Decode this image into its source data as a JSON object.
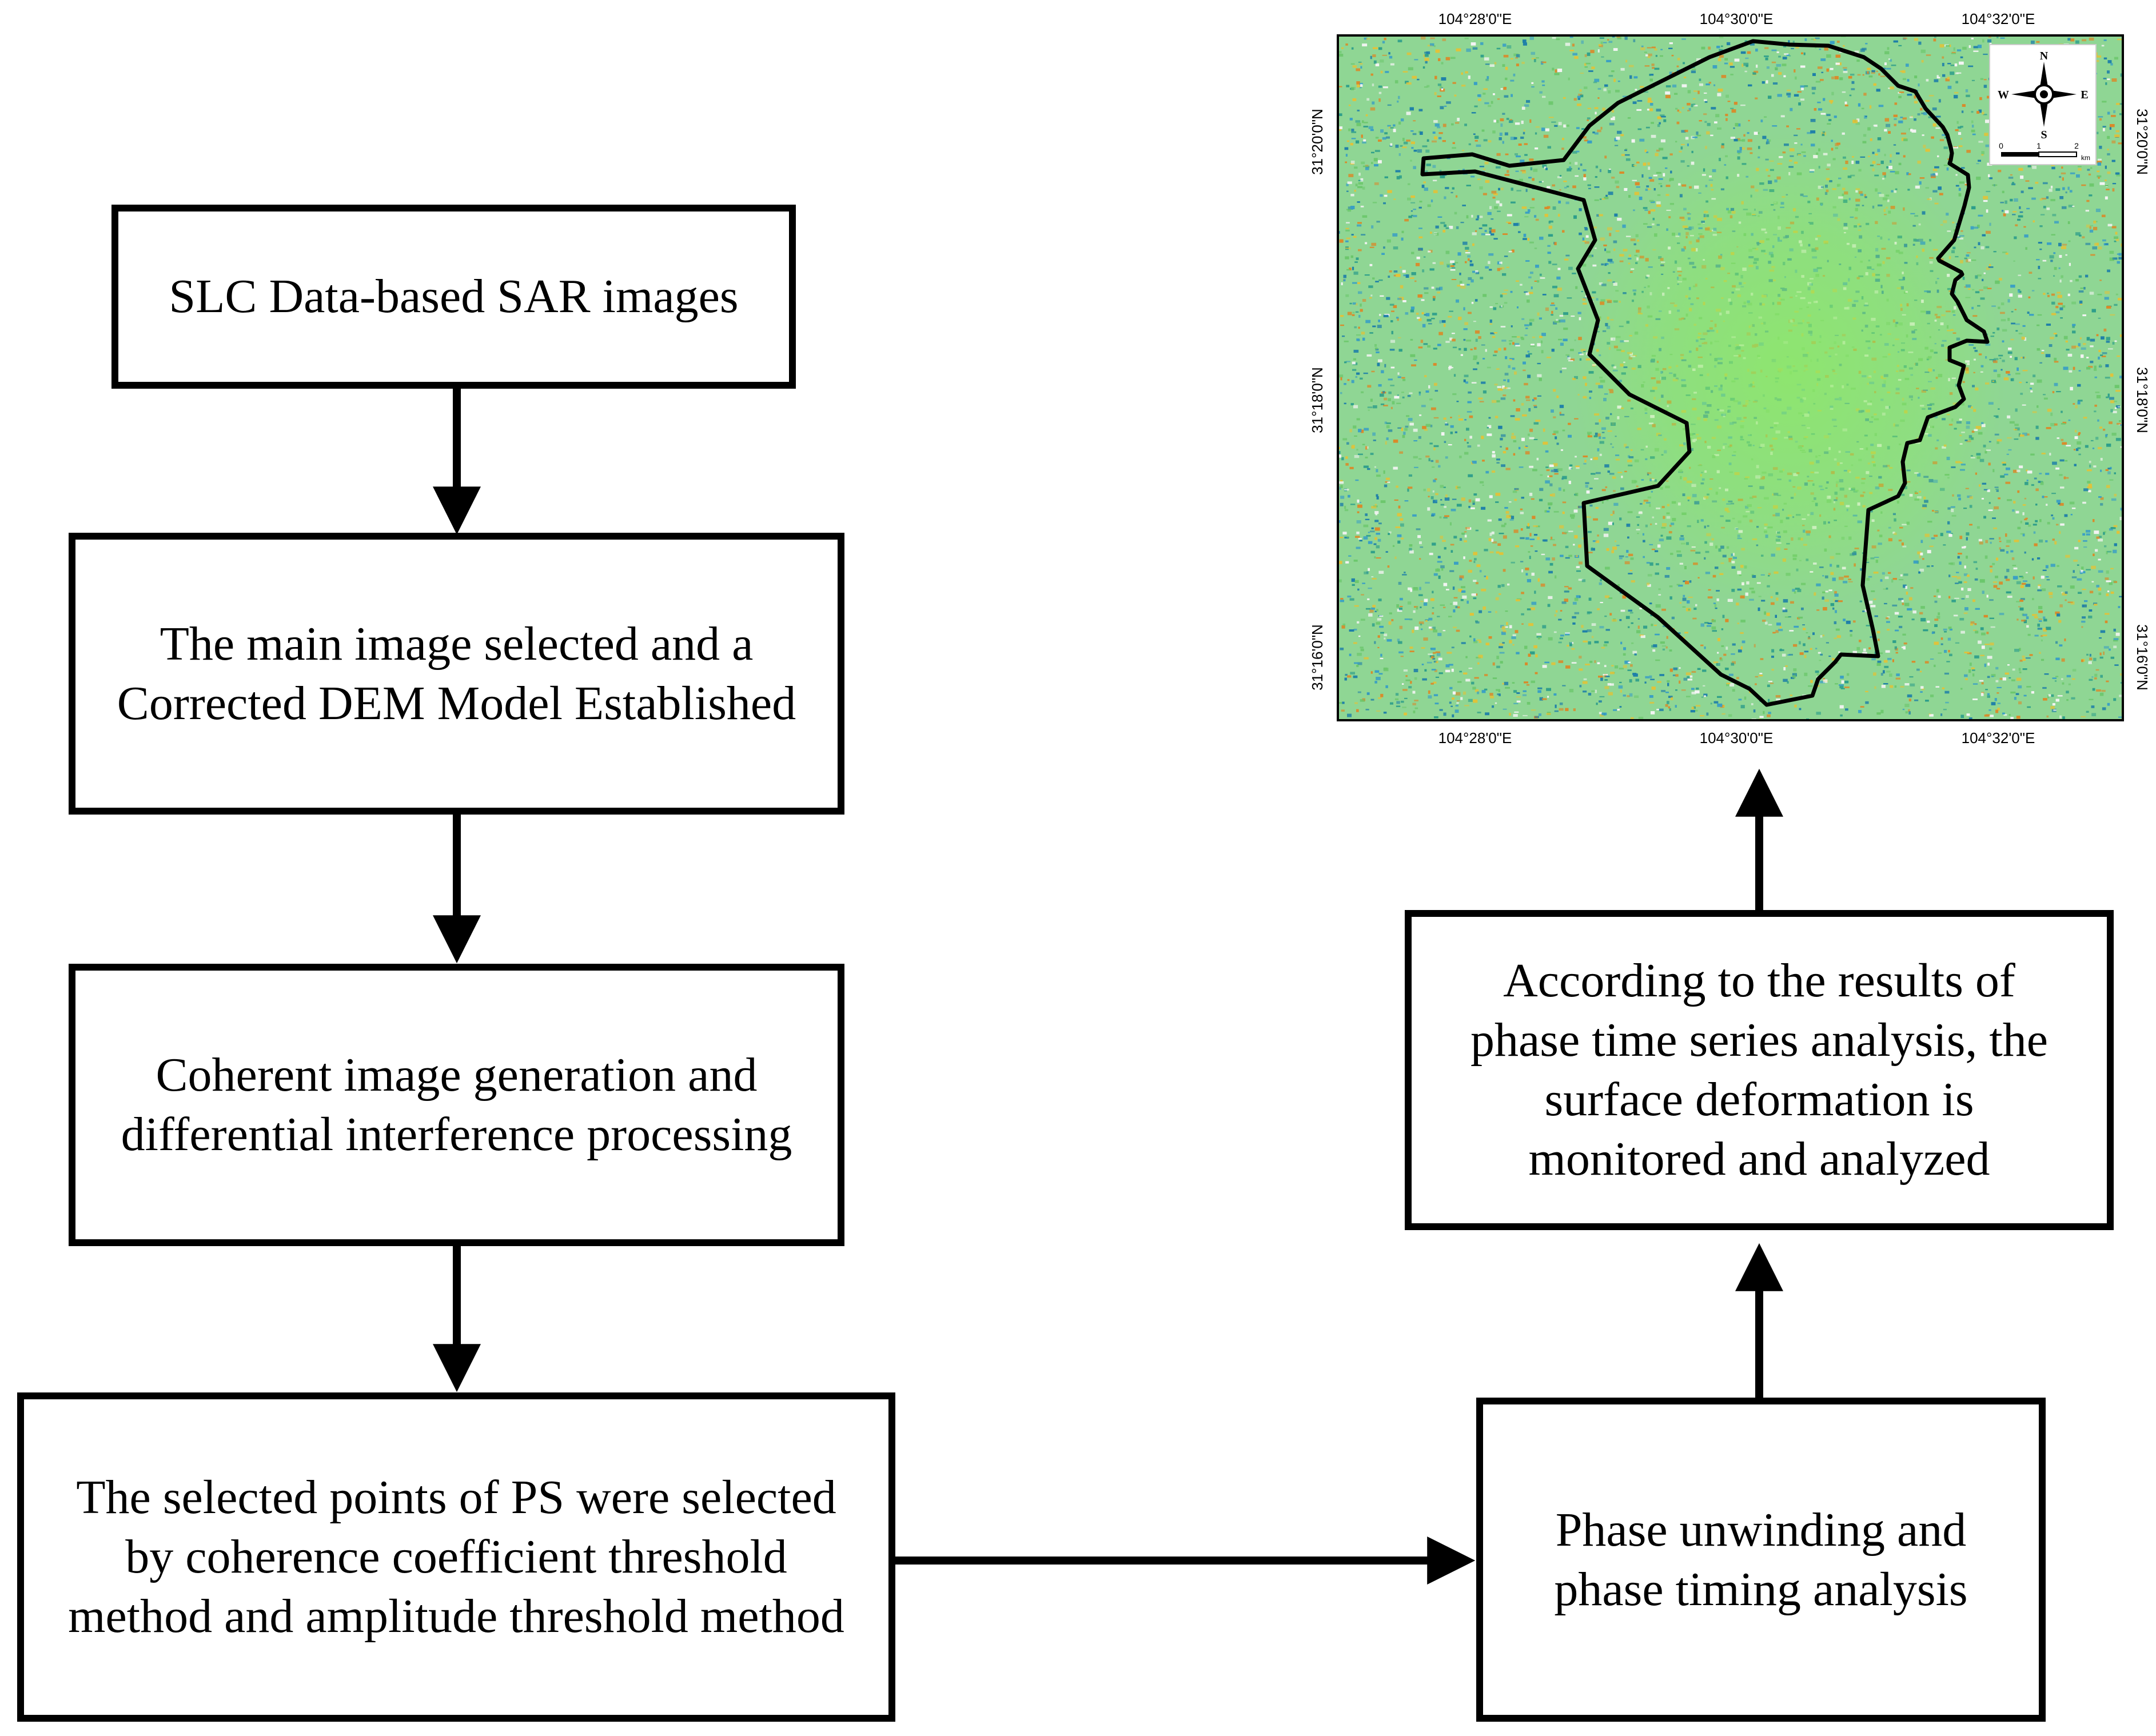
{
  "boxes": {
    "slc": [
      "SLC Data-based SAR images"
    ],
    "dem": [
      "The main image selected and a",
      "Corrected DEM Model Established"
    ],
    "coherent": [
      "Coherent image generation and",
      "differential interference processing"
    ],
    "ps_selection": [
      "The selected points of PS were selected",
      "by coherence coefficient threshold",
      "method and amplitude threshold method"
    ],
    "phase": [
      "Phase unwinding and",
      "phase timing analysis"
    ],
    "results": [
      "According to the results of",
      "phase time series analysis, the",
      "surface deformation is",
      "monitored and analyzed"
    ]
  },
  "map": {
    "top_lon_labels": [
      "104°28'0\"E",
      "104°30'0\"E",
      "104°32'0\"E"
    ],
    "bottom_lon_labels": [
      "104°28'0\"E",
      "104°30'0\"E",
      "104°32'0\"E"
    ],
    "left_lat_labels": [
      "31°20'0\"N",
      "31°18'0\"N",
      "31°16'0\"N"
    ],
    "right_lat_labels": [
      "31°20'0\"N",
      "31°18'0\"N",
      "31°16'0\"N"
    ],
    "compass": {
      "n": "N",
      "s": "S",
      "e": "E",
      "w": "W"
    },
    "scale": {
      "ticks": [
        "0",
        "1",
        "2"
      ],
      "unit": "km"
    },
    "colors": {
      "background": "#8fd694",
      "center": "#8ee868",
      "speckle": [
        "#3a9fc4",
        "#1f7fa8",
        "#e0c23a",
        "#d98a2a",
        "#f4f4f4",
        "#6cc76c",
        "#2e9e8a"
      ]
    }
  }
}
